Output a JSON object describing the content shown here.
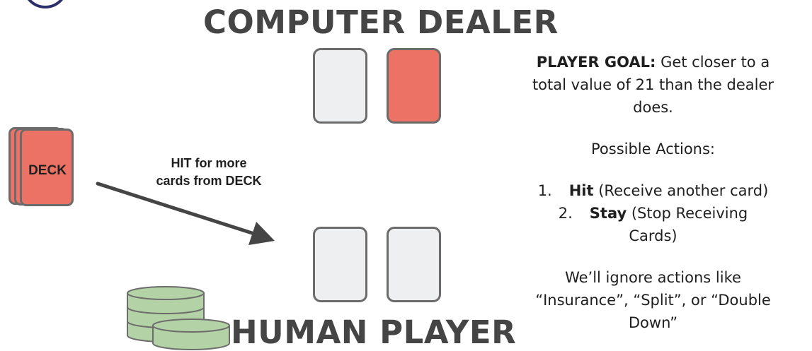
{
  "diagram": {
    "top_title": "COMPUTER DEALER",
    "bottom_title": "HUMAN PLAYER",
    "deck_label": "DECK",
    "hit_label_line1": "HIT for more",
    "hit_label_line2": "cards from DECK"
  },
  "rules": {
    "goal_label": "PLAYER GOAL:",
    "goal_text_1": " Get closer to a",
    "goal_text_2": "total value of 21 than the dealer",
    "goal_text_3": "does.",
    "actions_heading": "Possible Actions:",
    "actions": [
      {
        "number": "1.",
        "name": "Hit",
        "detail": " (Receive another card)"
      },
      {
        "number": "2.",
        "name": "Stay",
        "detail": " (Stop Receiving",
        "detail_cont": "Cards)"
      }
    ],
    "ignore_line1": "We’ll ignore actions like",
    "ignore_line2": "“Insurance”, “Split”, or “Double",
    "ignore_line3": "Down”"
  },
  "colors": {
    "red_card": "#ec7266",
    "white_card": "#eeeff1",
    "card_border": "#6b6b6b",
    "chip_green": "#b3d2a6",
    "logo_navy": "#2d2f6b"
  }
}
